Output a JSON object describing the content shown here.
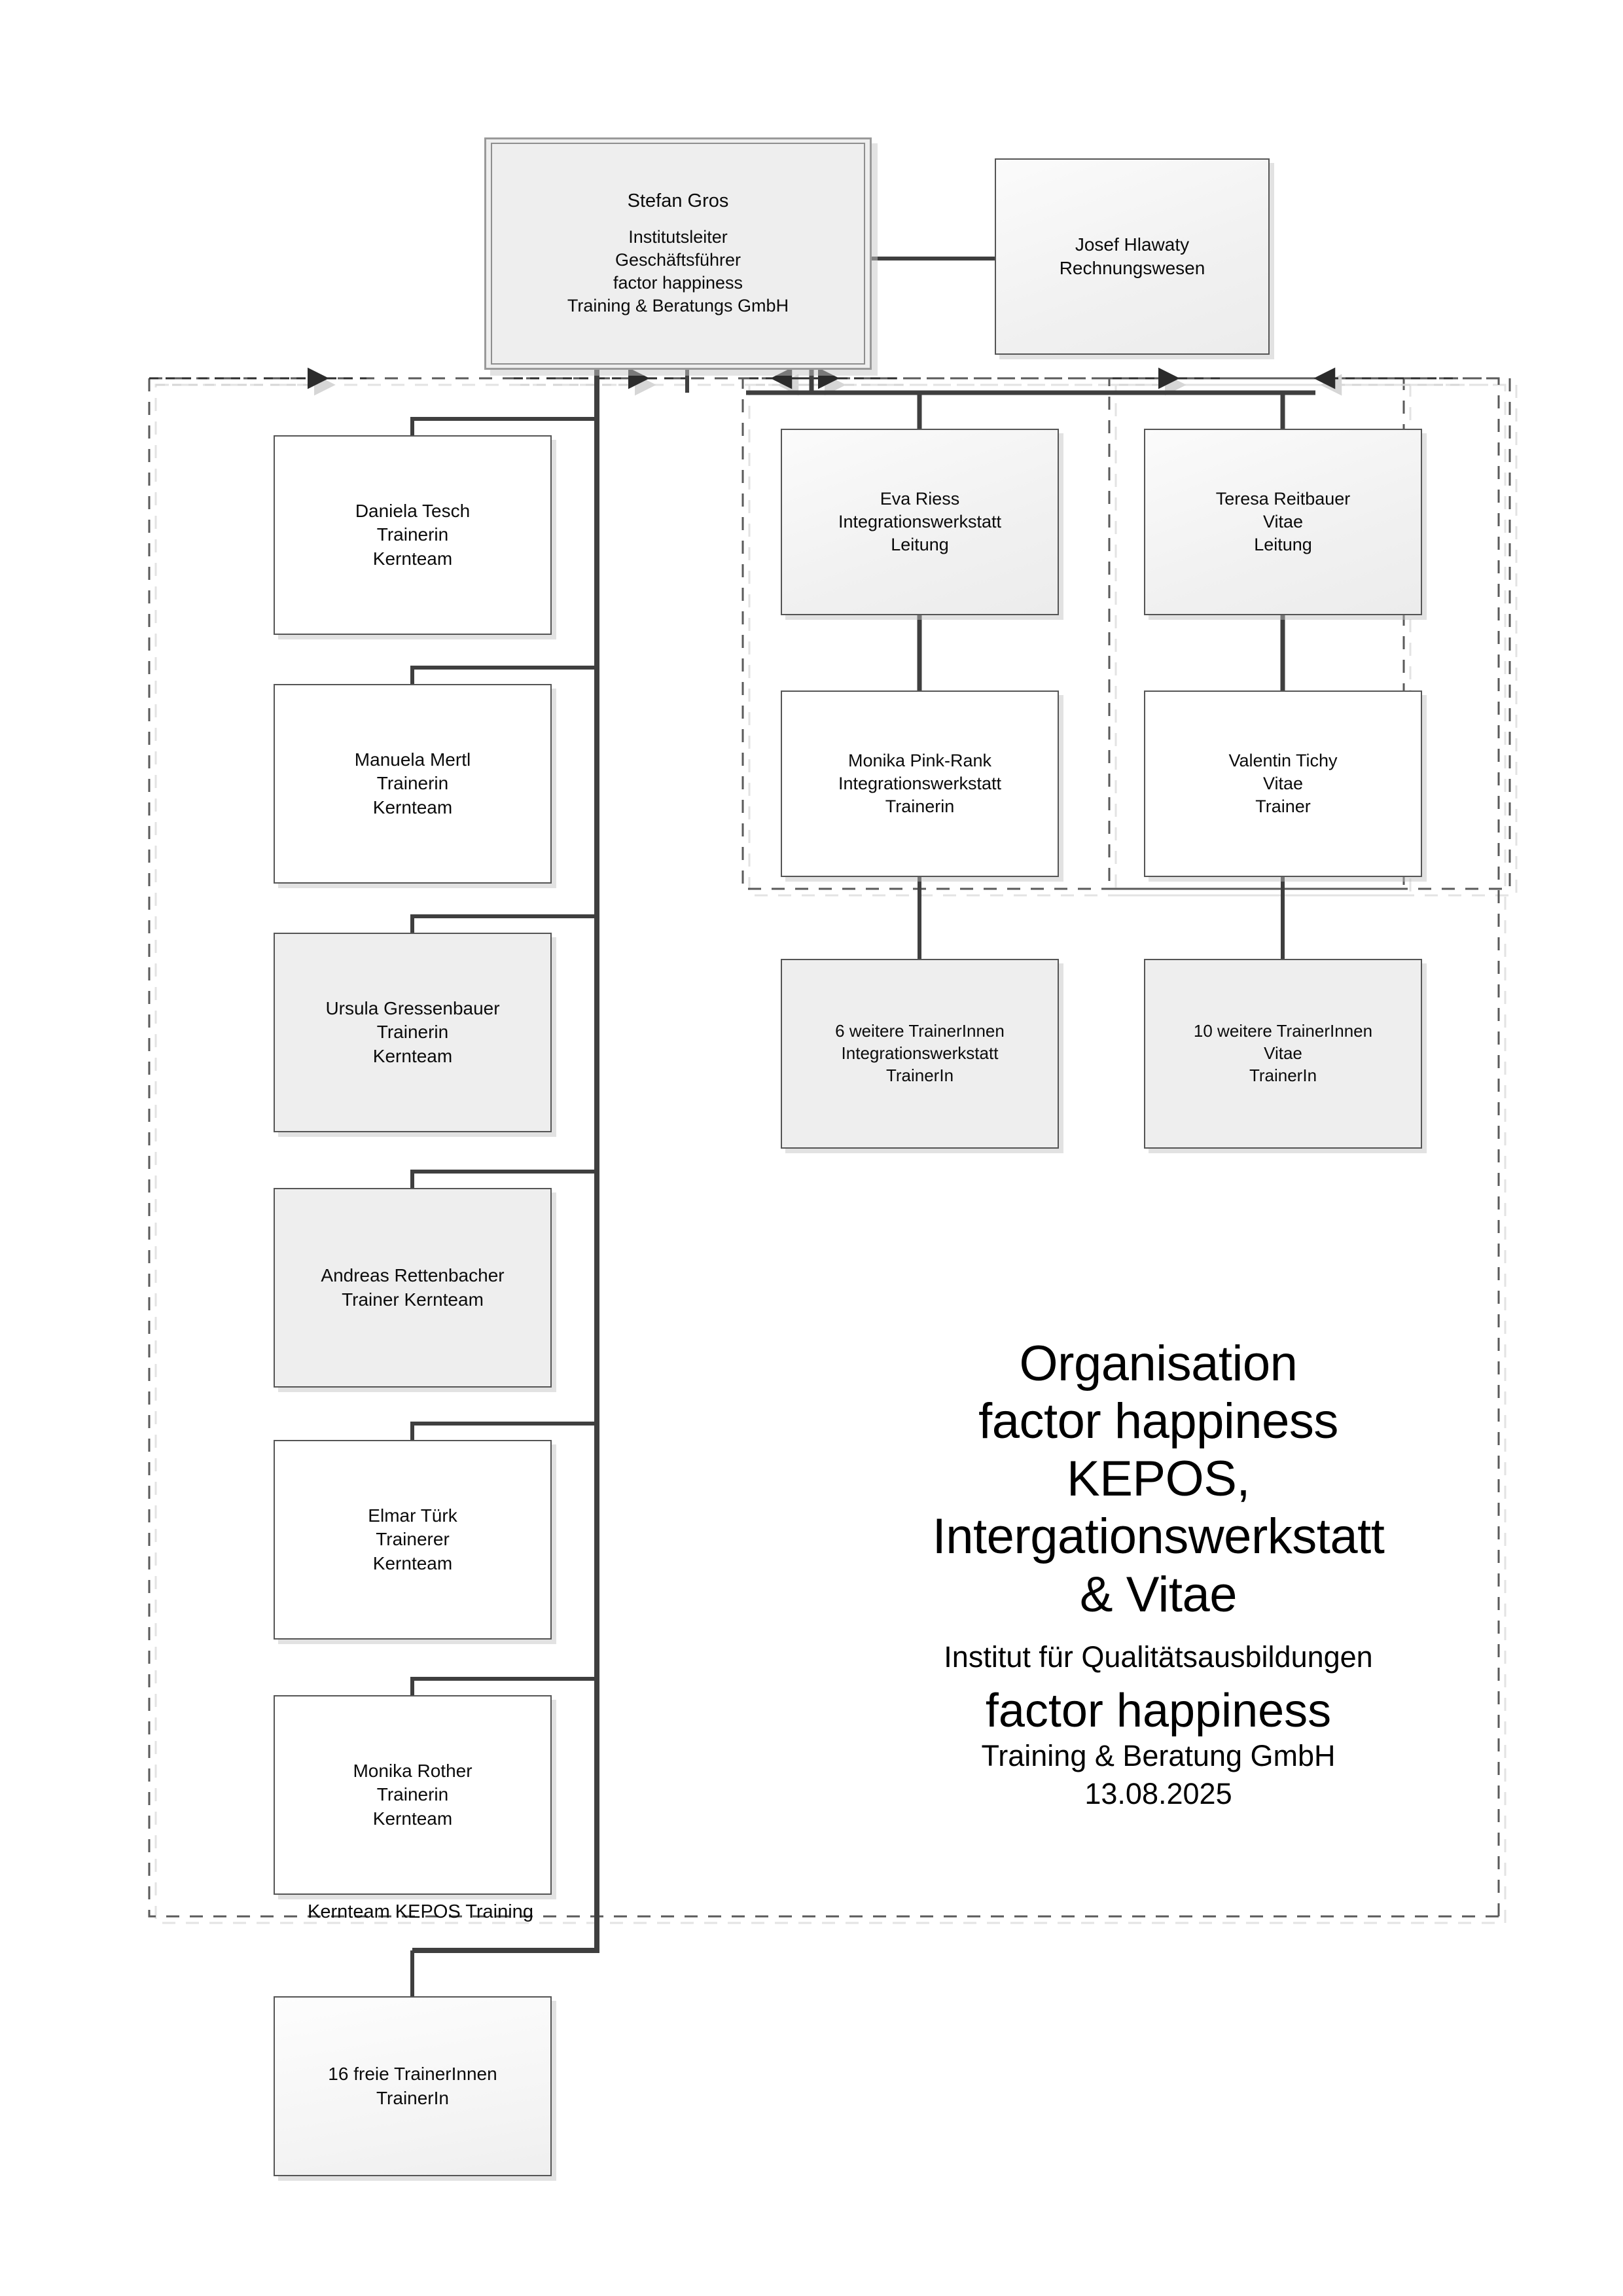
{
  "document": {
    "kind": "organigram",
    "company": "factor happiness Training & Beratung GmbH"
  },
  "ceo": {
    "name": "Stefan Gros",
    "role1": "Institutsleiter",
    "role2": "Geschäftsführer",
    "role3": "factor happiness",
    "role4": "Training & Beratungs GmbH"
  },
  "accounting": {
    "name": "Josef Hlawaty",
    "role": "Rechnungswesen"
  },
  "group_labels": {
    "kernteam": "Kernteam KEPOS Training"
  },
  "kernteam": [
    {
      "name": "Daniela Tesch",
      "role": "Trainerin",
      "unit": "Kernteam",
      "fill": "white"
    },
    {
      "name": "Manuela Mertl",
      "role": "Trainerin",
      "unit": "Kernteam",
      "fill": "white"
    },
    {
      "name": "Ursula Gressenbauer",
      "role": "Trainerin",
      "unit": "Kernteam",
      "fill": "gray"
    },
    {
      "name": "Andreas Rettenbacher",
      "role": "Trainer Kernteam",
      "unit": "",
      "fill": "gray"
    },
    {
      "name": "Elmar Türk",
      "role": "Trainerer",
      "unit": "Kernteam",
      "fill": "white"
    },
    {
      "name": "Monika Rother",
      "role": "Trainerin",
      "unit": "Kernteam",
      "fill": "white"
    }
  ],
  "freelancers": {
    "name": "16 freie TrainerInnen",
    "role": "TrainerIn",
    "unit": ""
  },
  "integrationswerkstatt": {
    "lead": {
      "name": "Eva Riess",
      "role": "Integrationswerkstatt",
      "unit": "Leitung"
    },
    "trainer": {
      "name": "Monika Pink-Rank",
      "role": "Integrationswerkstatt",
      "unit": "Trainerin"
    },
    "others": {
      "name": "6 weitere TrainerInnen",
      "role": "Integrationswerkstatt",
      "unit": "TrainerIn"
    }
  },
  "vitae": {
    "lead": {
      "name": "Teresa Reitbauer",
      "role": "Vitae",
      "unit": "Leitung"
    },
    "trainer": {
      "name": "Valentin Tichy",
      "role": "Vitae",
      "unit": "Trainer"
    },
    "others": {
      "name": "10 weitere TrainerInnen",
      "role": "Vitae",
      "unit": "TrainerIn"
    }
  },
  "title": {
    "line1": "Organisation",
    "line2": "factor happiness",
    "line3": "KEPOS,",
    "line4": "Intergationswerkstatt",
    "line5": "& Vitae",
    "subtitle": "Institut für Qualitätsausbildungen",
    "brand": "factor happiness",
    "legal": "Training & Beratung GmbH",
    "date": "13.08.2025"
  },
  "colors": {
    "box_border": "#555555",
    "box_fill_white": "#ffffff",
    "box_fill_gray": "#eeeeee",
    "connector": "#3f3f3f",
    "dashed_boundary": "#5a5a5a",
    "text": "#0b0b0b",
    "page_background": "#ffffff"
  }
}
